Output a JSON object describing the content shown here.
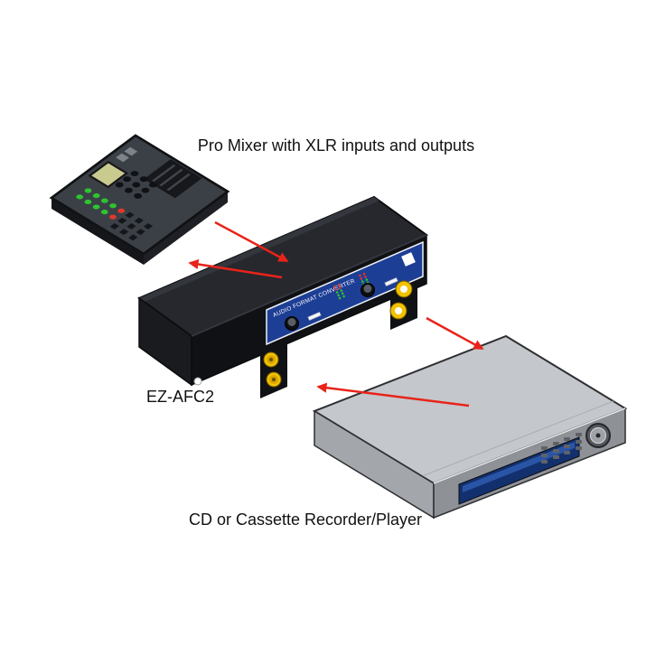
{
  "labels": {
    "mixer": "Pro Mixer with XLR inputs and outputs",
    "converter": "EZ-AFC2",
    "player": "CD or Cassette Recorder/Player"
  },
  "converter": {
    "panel_text": "AUDIO FORMAT CONVERTER"
  },
  "colors": {
    "arrow_red": "#e8231a",
    "panel_blue": "#1d3e95",
    "connector_yellow": "#f2c200",
    "led_green": "#2ec42e",
    "led_red": "#e0392e",
    "mixer_body": "#3b4047",
    "converter_body": "#101114",
    "player_body": "#c4c7cb",
    "display_blue": "#13306e",
    "background": "#ffffff"
  },
  "connections": [
    {
      "from": "Pro Mixer",
      "to": "EZ-AFC2"
    },
    {
      "from": "EZ-AFC2",
      "to": "Pro Mixer"
    },
    {
      "from": "EZ-AFC2",
      "to": "CD or Cassette Recorder/Player"
    },
    {
      "from": "CD or Cassette Recorder/Player",
      "to": "EZ-AFC2"
    }
  ]
}
